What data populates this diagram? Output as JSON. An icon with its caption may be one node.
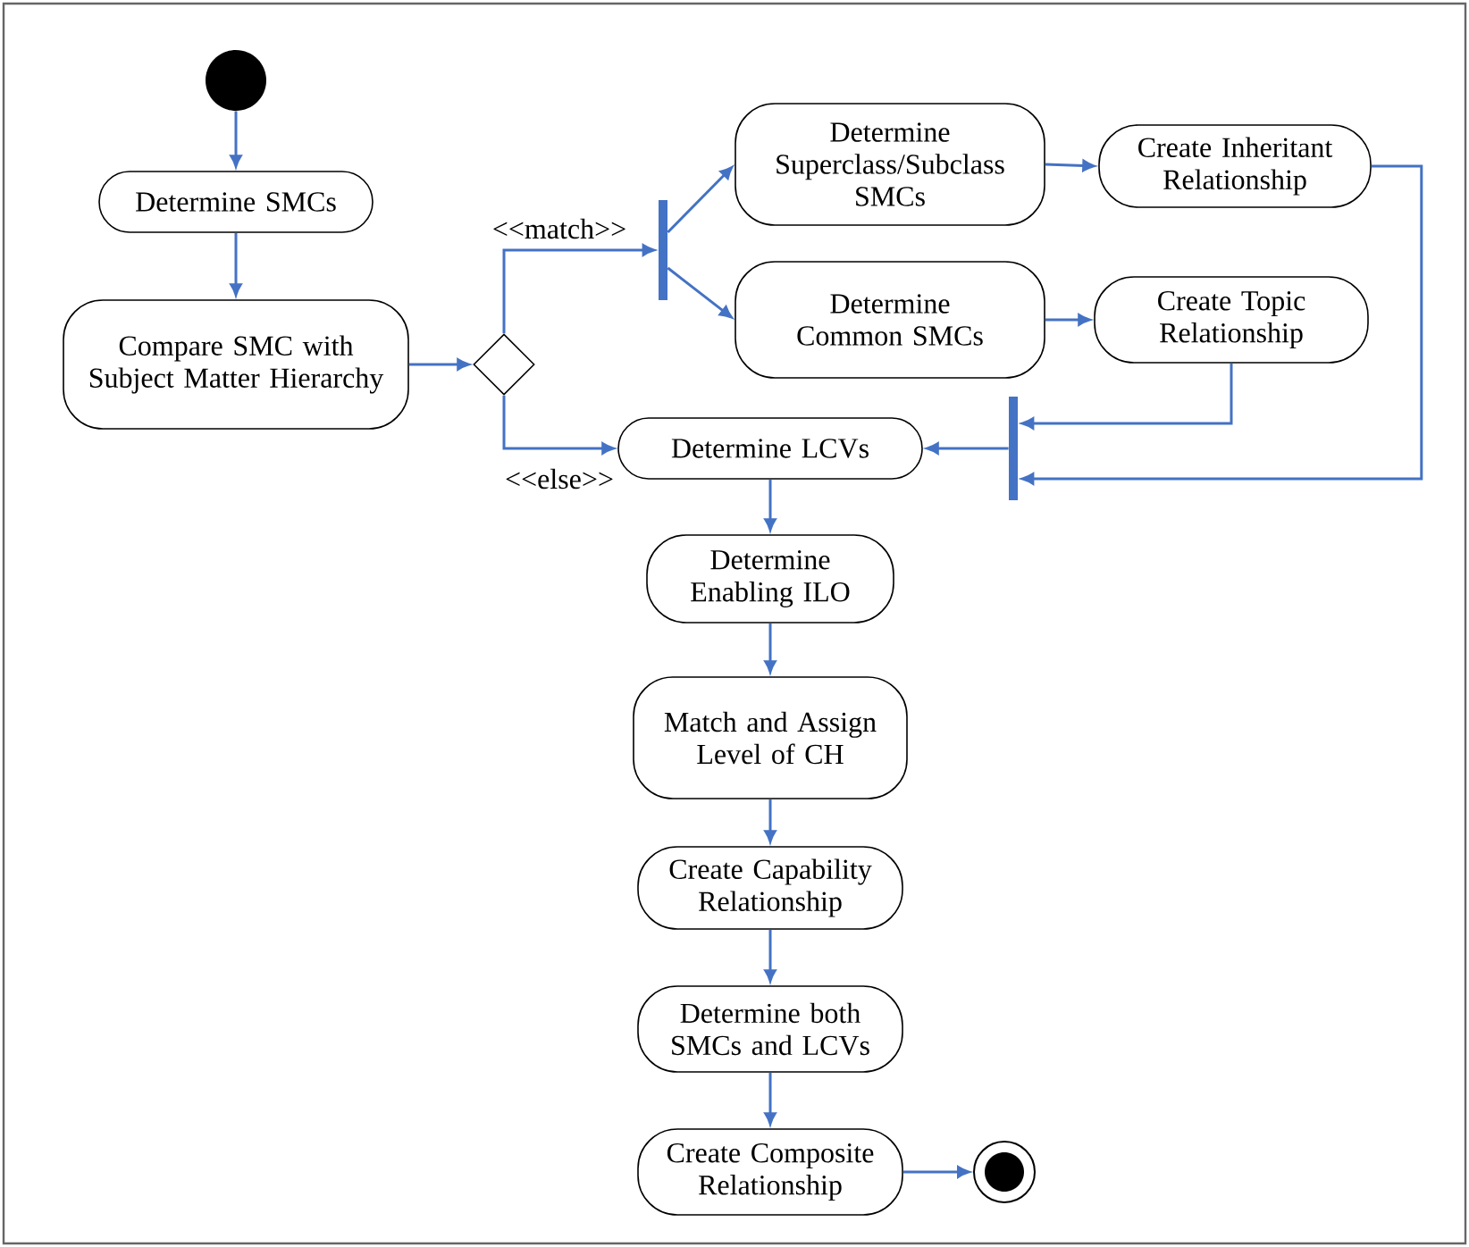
{
  "diagram": {
    "nodes": [
      {
        "text": [],
        "shape": "circle"
      },
      {
        "text": [
          "Determine SMCs"
        ]
      },
      {
        "text": [
          "Compare SMC with Subject Matter Hierarchy"
        ]
      },
      {
        "text": [],
        "shape": "diamond"
      },
      {
        "text": [],
        "shape": "bar"
      },
      {
        "text": [
          "Determine Superclass/Subclass SMCs"
        ]
      },
      {
        "text": [
          "Create Inheritant Relationship"
        ]
      },
      {
        "text": [
          "Determine Common SMCs"
        ]
      },
      {
        "text": [
          "Create Topic Relationship"
        ]
      },
      {
        "text": [],
        "shape": "bar"
      },
      {
        "text": [
          "Determine LCVs"
        ]
      },
      {
        "text": [
          "Determine Enabling ILO"
        ]
      },
      {
        "text": [
          "Match and Assign Level of CH"
        ]
      },
      {
        "text": [
          "Create Capability Relationship"
        ]
      },
      {
        "text": [
          "Determine both SMCs and LCVs"
        ]
      },
      {
        "text": [
          "Create Composite Relationship"
        ]
      },
      {
        "text": [],
        "shape": "bullseye"
      }
    ],
    "edges": [
      {
        "from": 0,
        "to": 1,
        "arrow": "to"
      },
      {
        "from": 1,
        "to": 2,
        "arrow": "to"
      },
      {
        "from": 2,
        "to": 3,
        "arrow": "to"
      },
      {
        "from": 3,
        "to": 4,
        "arrow": "to",
        "label": "<<match>>"
      },
      {
        "from": 3,
        "to": 10,
        "arrow": "to",
        "label": "<<else>>"
      },
      {
        "from": 4,
        "to": 5,
        "arrow": "to"
      },
      {
        "from": 4,
        "to": 7,
        "arrow": "to"
      },
      {
        "from": 5,
        "to": 6,
        "arrow": "to"
      },
      {
        "from": 7,
        "to": 8,
        "arrow": "to"
      },
      {
        "from": 8,
        "to": 9,
        "arrow": "to"
      },
      {
        "from": 6,
        "to": 9,
        "arrow": "to"
      },
      {
        "from": 9,
        "to": 10,
        "arrow": "to"
      },
      {
        "from": 10,
        "to": 11,
        "arrow": "to"
      },
      {
        "from": 11,
        "to": 12,
        "arrow": "to"
      },
      {
        "from": 12,
        "to": 13,
        "arrow": "to"
      },
      {
        "from": 13,
        "to": 14,
        "arrow": "to"
      },
      {
        "from": 14,
        "to": 15,
        "arrow": "to"
      },
      {
        "from": 15,
        "to": 16,
        "arrow": "to"
      }
    ]
  }
}
